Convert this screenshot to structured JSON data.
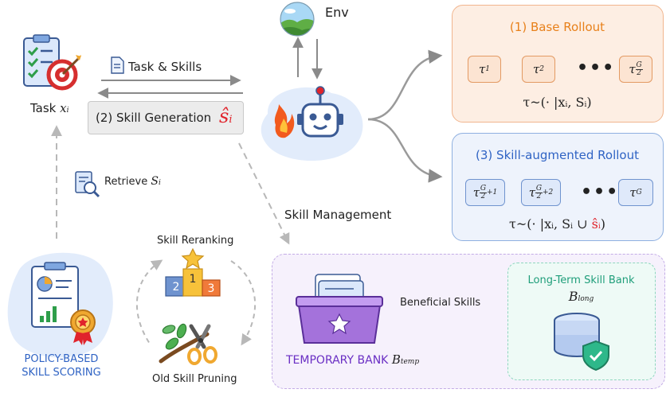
{
  "labels": {
    "env": "Env",
    "task": "Task",
    "task_var": "x",
    "task_var_sub": "i",
    "task_and_skills": "Task & Skills",
    "skill_generation": "(2) Skill Generation",
    "skill_generation_sym": "ŝ",
    "skill_generation_sub": "i",
    "retrieve": "Retrieve",
    "retrieve_var": "S",
    "retrieve_var_sub": "i",
    "skill_management": "Skill Management",
    "skill_reranking": "Skill Reranking",
    "old_skill_pruning": "Old Skill Pruning",
    "policy_scoring_line1": "POLICY-BASED",
    "policy_scoring_line2": "SKILL SCORING",
    "temporary_bank": "TEMPORARY BANK",
    "temporary_bank_var": "B",
    "temporary_bank_sub": "temp",
    "beneficial_skills": "Beneficial Skills",
    "long_term_bank": "Long-Term Skill Bank",
    "long_term_var": "B",
    "long_term_sub": "long"
  },
  "base_rollout": {
    "title": "(1) Base Rollout",
    "tokens": [
      {
        "sym": "τ",
        "sub": "1"
      },
      {
        "sym": "τ",
        "sub": "2"
      }
    ],
    "last": {
      "sym": "τ",
      "num": "G",
      "den": "2"
    },
    "dots": "•••",
    "formula": "τ~(· |x",
    "formula_sub": "i",
    "formula_rest": ", S",
    "formula_sub2": "i",
    "formula_end": ")"
  },
  "aug_rollout": {
    "title": "(3) Skill-augmented Rollout",
    "tokens": [
      {
        "sym": "τ",
        "num": "G",
        "den": "2",
        "tail": "+1"
      },
      {
        "sym": "τ",
        "num": "G",
        "den": "2",
        "tail": "+2"
      }
    ],
    "last": {
      "sym": "τ",
      "sub": "G"
    },
    "dots": "•••",
    "formula": "τ~(· |x",
    "formula_sub": "i",
    "formula_rest": ", S",
    "formula_sub2": "i",
    "formula_union": " ∪ ",
    "formula_hat": "ŝ",
    "formula_hat_sub": "i",
    "formula_end": ")"
  },
  "podium": [
    "2",
    "1",
    "3"
  ],
  "colors": {
    "orange_panel_bg": "#fdeee3",
    "orange_panel_border": "#f1b58e",
    "orange_title": "#e8801a",
    "blue_panel_bg": "#eef3fc",
    "blue_panel_border": "#8fb0e0",
    "blue_title": "#2f63c4",
    "purple_panel_bg": "#f6f1fc",
    "purple_panel_border": "#c3ace6",
    "purple_text": "#6a2fc4",
    "green_bank_bg": "#eefaf6",
    "green_bank_border": "#8fd6bf",
    "green_text": "#1f9e7a",
    "policy_text": "#2f63c4",
    "red_accent": "#e0242c"
  }
}
